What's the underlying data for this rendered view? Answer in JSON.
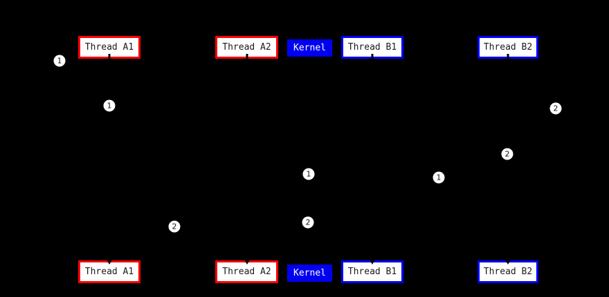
{
  "colors": {
    "background": "#000000",
    "thread_a_border": "#ff0000",
    "thread_b_border": "#0000ff",
    "kernel_fill": "#0000ee",
    "box_fill": "#ffffff",
    "box_text": "#1a1a1a",
    "kernel_text": "#ffffff",
    "badge_fill": "#ffffff",
    "badge_text": "#111111",
    "line_color": "#000000"
  },
  "boxes": {
    "top": [
      {
        "label": "Thread A1",
        "type": "thread-a"
      },
      {
        "label": "Thread A2",
        "type": "thread-a"
      },
      {
        "label": "Kernel",
        "type": "kernel"
      },
      {
        "label": "Thread B1",
        "type": "thread-b"
      },
      {
        "label": "Thread B2",
        "type": "thread-b"
      }
    ],
    "bottom": [
      {
        "label": "Thread A1",
        "type": "thread-a"
      },
      {
        "label": "Thread A2",
        "type": "thread-a"
      },
      {
        "label": "Kernel",
        "type": "kernel"
      },
      {
        "label": "Thread B1",
        "type": "thread-b"
      },
      {
        "label": "Thread B2",
        "type": "thread-b"
      }
    ]
  },
  "badges": [
    {
      "label": "1"
    },
    {
      "label": "1"
    },
    {
      "label": "2"
    },
    {
      "label": "2"
    },
    {
      "label": "1"
    },
    {
      "label": "1"
    },
    {
      "label": "2"
    },
    {
      "label": "2"
    }
  ]
}
